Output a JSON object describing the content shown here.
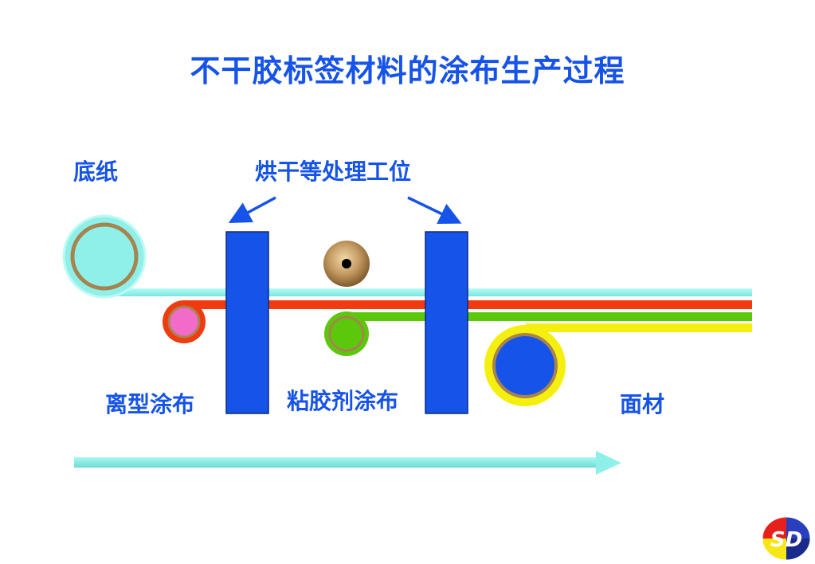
{
  "title": "不干胶标签材料的涂布生产过程",
  "labels": {
    "base_paper": "底纸",
    "drying_station": "烘干等处理工位",
    "release_coating": "离型涂布",
    "adhesive_coating": "粘胶剂涂布",
    "face_material": "面材"
  },
  "logo": {
    "text": "SD"
  },
  "colors": {
    "title_blue": "#1653e8",
    "station_blue": "#1653e8",
    "base_paper_cyan": "#8ef0e8",
    "release_red": "#f03a10",
    "adhesive_green": "#5cc80c",
    "face_yellow": "#f5ef10",
    "roller_gold": "#a7834e",
    "release_pink": "#f26bc8",
    "flow_arrow_cyan": "#8ef0e8"
  }
}
